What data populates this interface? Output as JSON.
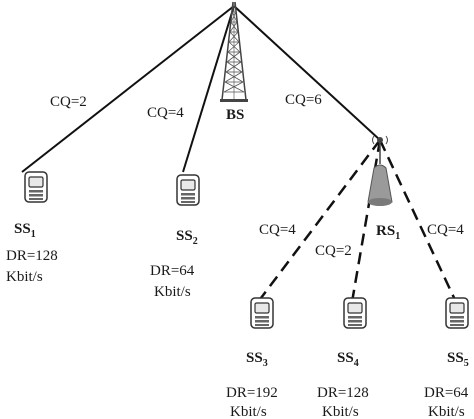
{
  "base_station": {
    "label": "BS"
  },
  "relay_station": {
    "label": "RS",
    "sub": "1"
  },
  "links": [
    {
      "label": "CQ=2"
    },
    {
      "label": "CQ=4"
    },
    {
      "label": "CQ=6"
    },
    {
      "label": "CQ=4"
    },
    {
      "label": "CQ=2"
    },
    {
      "label": "CQ=4"
    }
  ],
  "subscriber_stations": [
    {
      "label": "SS",
      "sub": "1",
      "rate": "DR=128",
      "unit": "Kbit/s"
    },
    {
      "label": "SS",
      "sub": "2",
      "rate": "DR=64",
      "unit": "Kbit/s"
    },
    {
      "label": "SS",
      "sub": "3",
      "rate": "DR=192",
      "unit": "Kbit/s"
    },
    {
      "label": "SS",
      "sub": "4",
      "rate": "DR=128",
      "unit": "Kbit/s"
    },
    {
      "label": "SS",
      "sub": "5",
      "rate": "DR=64",
      "unit": "Kbit/s"
    }
  ],
  "colors": {
    "line": "#111111",
    "device": "#333333",
    "screen": "#e8e8e8"
  },
  "icons": {
    "base_station": "lattice-tower-icon",
    "relay_station": "relay-dome-icon",
    "subscriber": "mobile-phone-icon"
  }
}
